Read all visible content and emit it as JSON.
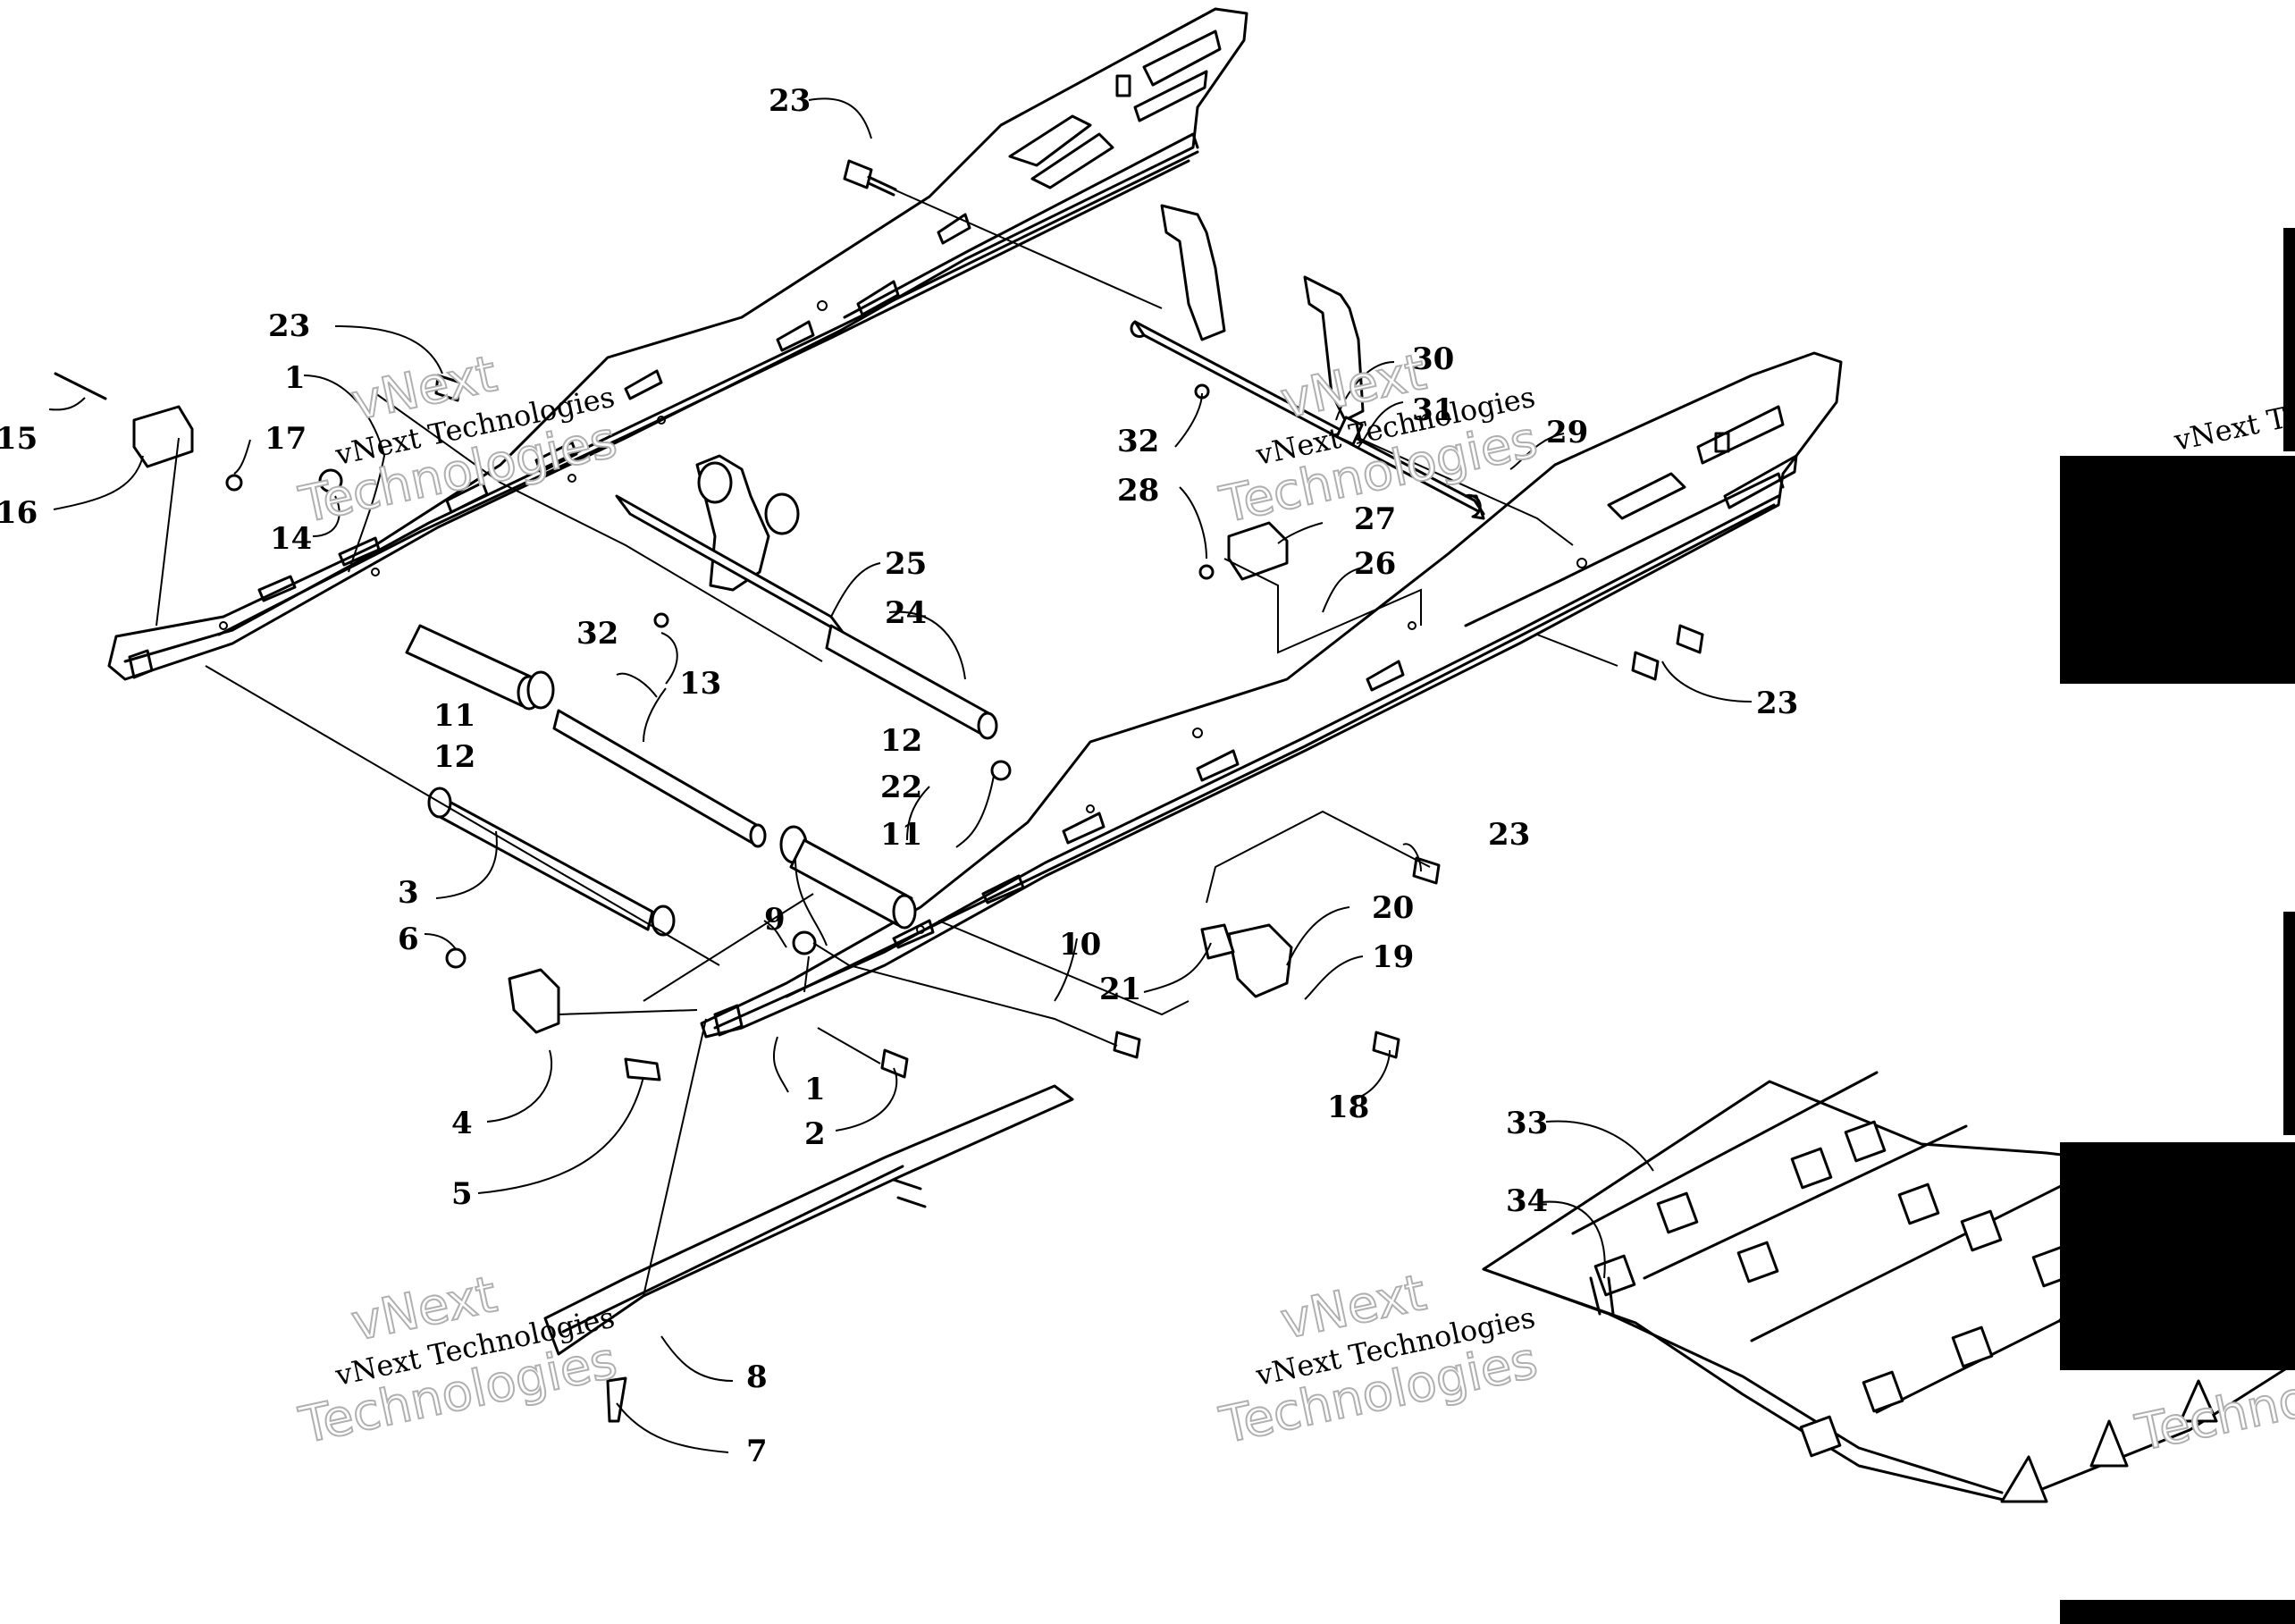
{
  "watermark": {
    "brand_small": "vNext Technologies",
    "brand_big_1": "vNext",
    "brand_big_2": "Technologies",
    "brand_small_cut": "vNext Te",
    "brand_big_cut": "Technolo"
  },
  "callouts": {
    "c1a": "1",
    "c1b": "1",
    "c2": "2",
    "c3": "3",
    "c4": "4",
    "c5": "5",
    "c6": "6",
    "c7": "7",
    "c8": "8",
    "c9": "9",
    "c10": "10",
    "c11a": "11",
    "c11b": "11",
    "c12a": "12",
    "c12b": "12",
    "c13": "13",
    "c14": "14",
    "c15": "15",
    "c16": "16",
    "c17": "17",
    "c18": "18",
    "c19": "19",
    "c20": "20",
    "c21": "21",
    "c22": "22",
    "c23a": "23",
    "c23b": "23",
    "c23c": "23",
    "c23d": "23",
    "c24": "24",
    "c25": "25",
    "c26": "26",
    "c27": "27",
    "c28": "28",
    "c29": "29",
    "c30": "30",
    "c31": "31",
    "c32a": "32",
    "c32b": "32",
    "c33": "33",
    "c34": "34"
  }
}
